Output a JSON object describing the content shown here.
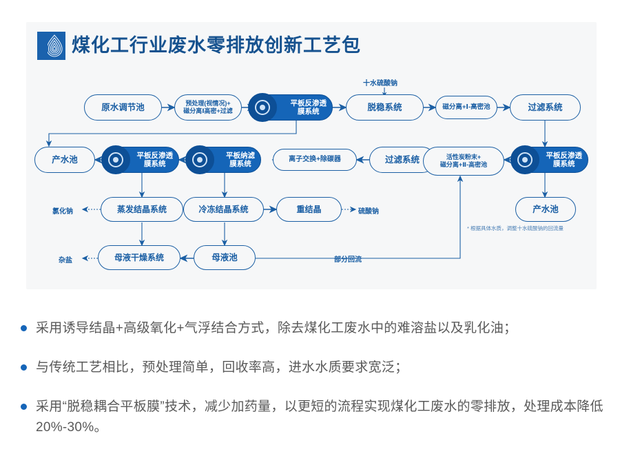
{
  "header": {
    "title": "煤化工行业废水零排放创新工艺包",
    "logo_name": "water-droplet-ripple-logo",
    "brand_color": "#1a62ad",
    "title_color": "#16528f"
  },
  "colors": {
    "card_bg": "#f6f7f8",
    "node_stroke": "#1b5fa4",
    "node_fill_dark": "#1565b8",
    "bullet_dot": "#1565b8",
    "bullet_text": "#595959"
  },
  "flow": {
    "row1": [
      {
        "id": "raw-water-tank",
        "label": "原水调节池",
        "style": "outline"
      },
      {
        "id": "pretreatment",
        "label": "预处理(视情况)+\n磁分离Ⅰ高密+过滤",
        "style": "outline"
      },
      {
        "id": "flat-ro-1",
        "label": "平板反渗透\n膜系统",
        "style": "dark"
      },
      {
        "id": "destabilization",
        "label": "脱稳系统",
        "style": "outline"
      },
      {
        "id": "mag-sep-1",
        "label": "磁分离+Ⅰ-高密池",
        "style": "outline"
      },
      {
        "id": "filtration-1",
        "label": "过滤系统",
        "style": "outline"
      }
    ],
    "row2": [
      {
        "id": "product-water-pool-1",
        "label": "产水池",
        "style": "outline"
      },
      {
        "id": "flat-ro-2",
        "label": "平板反渗透\n膜系统",
        "style": "dark"
      },
      {
        "id": "flat-nf",
        "label": "平板纳滤\n膜系统",
        "style": "dark"
      },
      {
        "id": "ion-exchange",
        "label": "离子交换+除碳器",
        "style": "outline"
      },
      {
        "id": "filtration-2",
        "label": "过滤系统",
        "style": "outline"
      },
      {
        "id": "activated-carbon",
        "label": "活性炭粉末+\n磁分离+Ⅱ-高密池",
        "style": "outline"
      },
      {
        "id": "flat-ro-3",
        "label": "平板反渗透\n膜系统",
        "style": "dark"
      }
    ],
    "row3": [
      {
        "id": "evaporation-crystal",
        "label": "蒸发结晶系统",
        "style": "outline"
      },
      {
        "id": "freeze-crystal",
        "label": "冷冻结晶系统",
        "style": "outline"
      },
      {
        "id": "recrystallization",
        "label": "重结晶",
        "style": "outline"
      },
      {
        "id": "product-water-pool-2",
        "label": "产水池",
        "style": "outline"
      }
    ],
    "row4": [
      {
        "id": "mother-liquor-drying",
        "label": "母液干燥系统",
        "style": "outline"
      },
      {
        "id": "mother-liquor-pool",
        "label": "母液池",
        "style": "outline"
      }
    ],
    "labels": {
      "sodium_sulfate_decahydrate": "十水硫酸钠",
      "sodium_chloride": "氯化钠",
      "sodium_sulfate": "硫酸钠",
      "mixed_salt": "杂盐",
      "partial_reflux": "部分回流",
      "footnote": "* 根据具体水质，调整十水硫酸钠的回流量"
    }
  },
  "bullets": [
    "采用诱导结晶+高级氧化+气浮结合方式，除去煤化工废水中的难溶盐以及乳化油；",
    "与传统工艺相比，预处理简单，回收率高，进水水质要求宽泛；",
    "采用“脱稳耦合平板膜”技术，减少加药量，以更短的流程实现煤化工废水的零排放，处理成本降低20%-30%。"
  ]
}
